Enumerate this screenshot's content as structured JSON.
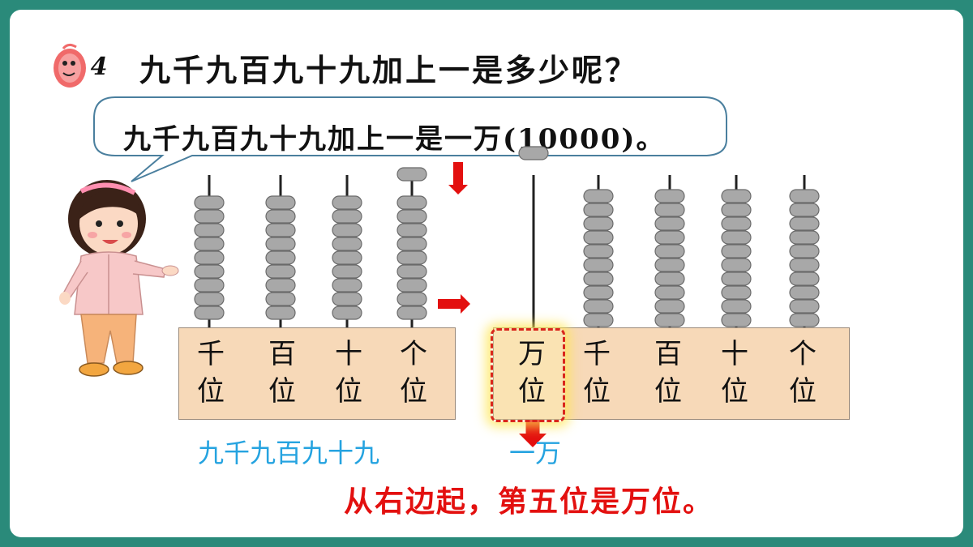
{
  "badge": {
    "number": "4"
  },
  "question": "九千九百九十九加上一是多少呢？",
  "speech_bubble": "九千九百九十九加上一是一万(10000)。",
  "left_abacus": {
    "places": [
      {
        "top": "千",
        "bottom": "位",
        "beads": 9
      },
      {
        "top": "百",
        "bottom": "位",
        "beads": 9
      },
      {
        "top": "十",
        "bottom": "位",
        "beads": 9
      },
      {
        "top": "个",
        "bottom": "位",
        "beads": 9
      }
    ]
  },
  "right_abacus": {
    "places": [
      {
        "top": "万",
        "bottom": "位",
        "beads": 0
      },
      {
        "top": "千",
        "bottom": "位",
        "beads": 10
      },
      {
        "top": "百",
        "bottom": "位",
        "beads": 10
      },
      {
        "top": "十",
        "bottom": "位",
        "beads": 10
      },
      {
        "top": "个",
        "bottom": "位",
        "beads": 10
      }
    ]
  },
  "left_caption": "九千九百九十九",
  "right_caption": "一万",
  "conclusion": "从右边起，第五位是万位。",
  "colors": {
    "bead": "#a8a8a8",
    "label_box": "#f7d9b8",
    "arrow": "#e3100f",
    "caption": "#25a3e0",
    "conclusion": "#e3100f"
  }
}
